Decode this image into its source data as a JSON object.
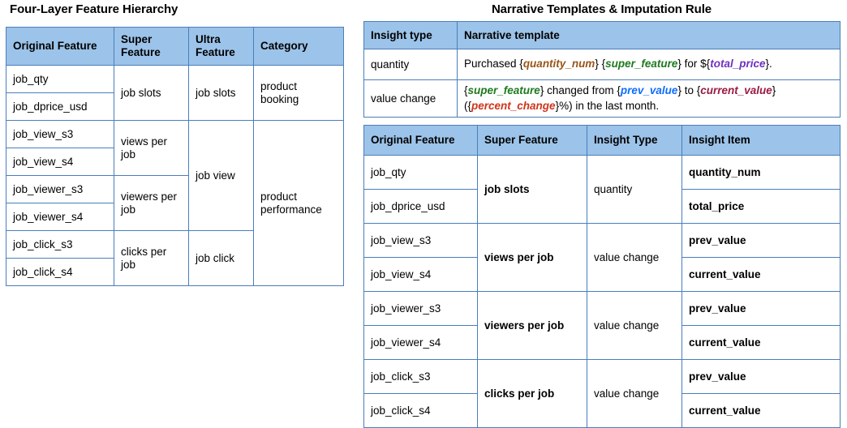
{
  "left": {
    "title": "Four-Layer Feature Hierarchy",
    "headers": [
      "Original\nFeature",
      "Super\nFeature",
      "Ultra\nFeature",
      "Category"
    ],
    "headers_flat": [
      "Original Feature",
      "Super Feature",
      "Ultra Feature",
      "Category"
    ],
    "original_features": [
      "job_qty",
      "job_dprice_usd",
      "job_view_s3",
      "job_view_s4",
      "job_viewer_s3",
      "job_viewer_s4",
      "job_click_s3",
      "job_click_s4"
    ],
    "super_features": [
      {
        "label": "job slots",
        "rows": 2
      },
      {
        "label": "views per job",
        "rows": 2
      },
      {
        "label": "viewers per job",
        "rows": 2
      },
      {
        "label": "clicks per job",
        "rows": 2
      }
    ],
    "ultra_features": [
      {
        "label": "job slots",
        "rows": 2
      },
      {
        "label": "job view",
        "rows": 4
      },
      {
        "label": "job click",
        "rows": 2
      }
    ],
    "categories": [
      {
        "label": "product booking",
        "rows": 2
      },
      {
        "label": "product performance",
        "rows": 6
      }
    ]
  },
  "right": {
    "title": "Narrative Templates & Imputation Rule",
    "narrative": {
      "headers": [
        "Insight type",
        "Narrative template"
      ],
      "rows": [
        {
          "insight_type": "quantity",
          "template_plain": "Purchased {quantity_num} {super_feature} for ${total_price}.",
          "segments": [
            {
              "text": "Purchased {",
              "kind": "plain"
            },
            {
              "text": "quantity_num",
              "kind": "var",
              "var": "quantity_num"
            },
            {
              "text": "} {",
              "kind": "plain"
            },
            {
              "text": "super_feature",
              "kind": "var",
              "var": "super_feature"
            },
            {
              "text": "} for ${",
              "kind": "plain"
            },
            {
              "text": "total_price",
              "kind": "var",
              "var": "total_price"
            },
            {
              "text": "}.",
              "kind": "plain"
            }
          ]
        },
        {
          "insight_type": "value change",
          "template_plain": "{super_feature} changed from {prev_value} to {current_value} ({percent_change}%) in the last month.",
          "segments": [
            {
              "text": "{",
              "kind": "plain"
            },
            {
              "text": "super_feature",
              "kind": "var",
              "var": "super_feature"
            },
            {
              "text": "} changed from {",
              "kind": "plain"
            },
            {
              "text": "prev_value",
              "kind": "var",
              "var": "prev_value"
            },
            {
              "text": "} to ",
              "kind": "plain"
            },
            {
              "text": "{",
              "kind": "plain"
            },
            {
              "text": "current_value",
              "kind": "var",
              "var": "current_value"
            },
            {
              "text": "} ({",
              "kind": "plain"
            },
            {
              "text": "percent_change",
              "kind": "var",
              "var": "percent_change"
            },
            {
              "text": "}%) in the last month.",
              "kind": "plain"
            }
          ]
        }
      ]
    },
    "mapping": {
      "headers": [
        "Original Feature",
        "Super Feature",
        "Insight Type",
        "Insight Item"
      ],
      "original_features": [
        "job_qty",
        "job_dprice_usd",
        "job_view_s3",
        "job_view_s4",
        "job_viewer_s3",
        "job_viewer_s4",
        "job_click_s3",
        "job_click_s4"
      ],
      "super_features": [
        {
          "label": "job slots",
          "rows": 2
        },
        {
          "label": "views per job",
          "rows": 2
        },
        {
          "label": "viewers per job",
          "rows": 2
        },
        {
          "label": "clicks per job",
          "rows": 2
        }
      ],
      "insight_types": [
        {
          "label": "quantity",
          "rows": 2
        },
        {
          "label": "value change",
          "rows": 2
        },
        {
          "label": "value change",
          "rows": 2
        },
        {
          "label": "value change",
          "rows": 2
        }
      ],
      "insight_items": [
        {
          "label": "quantity_num",
          "var": "quantity_num"
        },
        {
          "label": "total_price",
          "var": "total_price"
        },
        {
          "label": "prev_value",
          "var": "prev_value"
        },
        {
          "label": "current_value",
          "var": "current_value"
        },
        {
          "label": "prev_value",
          "var": "prev_value"
        },
        {
          "label": "current_value",
          "var": "current_value"
        },
        {
          "label": "prev_value",
          "var": "prev_value"
        },
        {
          "label": "current_value",
          "var": "current_value"
        }
      ]
    }
  },
  "colors": {
    "header_fill": "#9cc3e9",
    "border": "#4a7ebb",
    "quantity_num": "#8a4b1a",
    "super_feature": "#2c6e2c",
    "total_price": "#7030c0",
    "prev_value": "#1155cc",
    "current_value": "#9b1b42",
    "percent_change": "#d0341a"
  }
}
